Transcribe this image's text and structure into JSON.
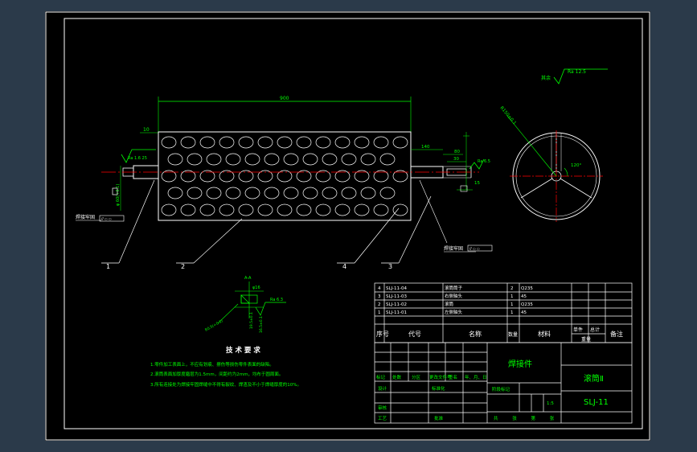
{
  "colors": {
    "background": "#2b3a4a",
    "sheet": "#000000",
    "outline": "#ffffff",
    "dimension": "#00ff00",
    "centerline": "#ff0000",
    "leader": "#00ffff"
  },
  "dims": {
    "length_900": "900",
    "d10": "10",
    "d140": "140",
    "d80": "80",
    "d30": "30",
    "d15": "15",
    "shaft_dia_left": "φ 60(+0.1)",
    "radius": "R150±0.1",
    "angle": "120°",
    "ra_left": "Ra 1.6 25",
    "ra_right": "Ra 6.5",
    "ra_top": "Ra 12.5",
    "rest_label": "其余"
  },
  "weld_labels": {
    "left": "焊接牢固",
    "right": "焊接牢固"
  },
  "callouts": [
    "1",
    "2",
    "4",
    "3"
  ],
  "detail": {
    "label": "A-A",
    "ra": "Ra 6.3",
    "dim": "φ16"
  },
  "tech_req": {
    "title": "技 术 要 求",
    "items": [
      "1.零件加工表面上，不应有划痕、擦伤等损伤零件表面的缺陷。",
      "2.滚筒表面加厚度磨层为1.5mm，间距约为2mm，均布于圆周面。",
      "3.所有连接处为焊接牢固焊缝中不得有裂纹、焊渣及不小于焊缝厚度的10%。"
    ]
  },
  "parts": [
    {
      "no": "4",
      "code": "SLJ-11-04",
      "name": "滚筒筒子",
      "qty": "2",
      "material": "Q235"
    },
    {
      "no": "3",
      "code": "SLJ-11-03",
      "name": "右侧轴头",
      "qty": "1",
      "material": "45"
    },
    {
      "no": "2",
      "code": "SLJ-11-02",
      "name": "滚筒",
      "qty": "1",
      "material": "Q235"
    },
    {
      "no": "1",
      "code": "SLJ-11-01",
      "name": "左侧轴头",
      "qty": "1",
      "material": "45"
    }
  ],
  "parts_header": {
    "no": "序号",
    "code": "代号",
    "name": "名称",
    "qty": "数量",
    "material": "材料",
    "unit": "单件",
    "total": "总计",
    "weight": "重量",
    "remark": "备注"
  },
  "title_block": {
    "type": "焊接件",
    "drawing_name": "滚筒Ⅱ",
    "drawing_no": "SLJ-11",
    "row_labels": [
      "标记",
      "处数",
      "分区",
      "更改文件号",
      "签名",
      "年、月、日"
    ],
    "design": "设计",
    "standard": "标准化",
    "stage": "阶段标记",
    "check": "审核",
    "process": "工艺",
    "approve": "批准",
    "scale": "1:5",
    "sheet_info": "共 张 第 张"
  }
}
